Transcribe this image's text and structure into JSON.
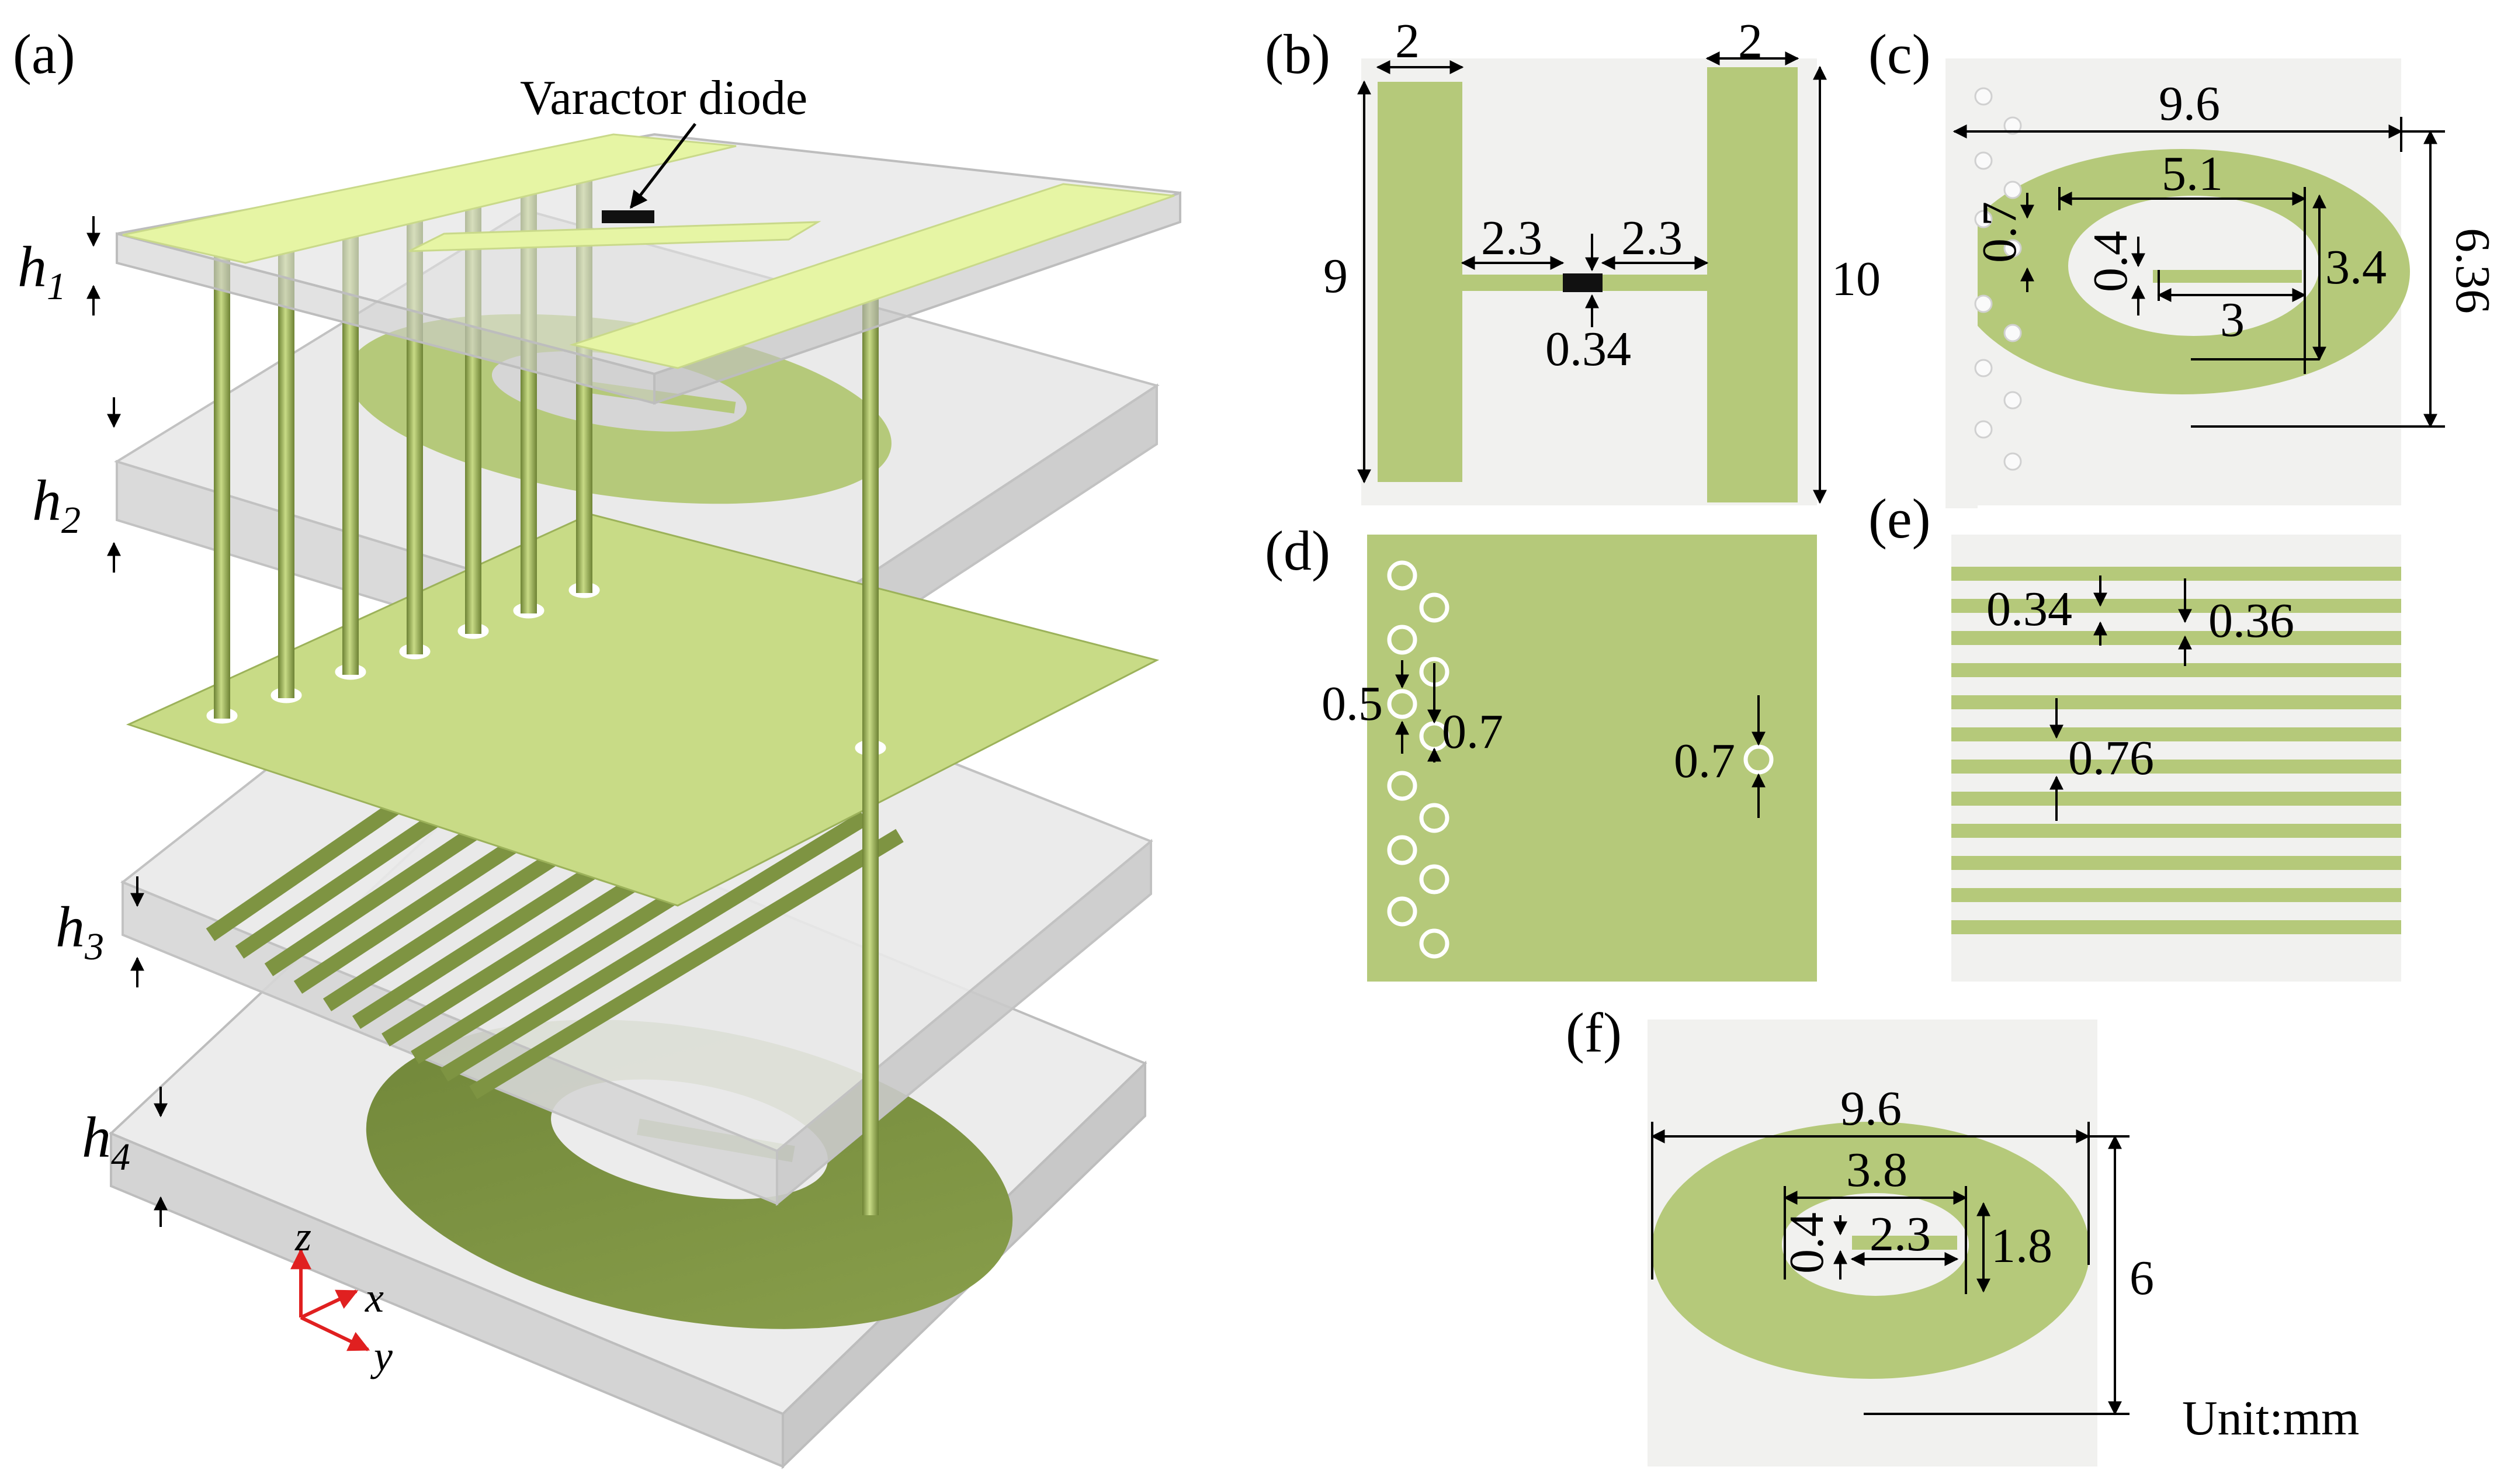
{
  "colors": {
    "metal": "#b5c97a",
    "metal_light": "#e6f5a4",
    "metal_dark": "#7e9442",
    "substrate": "#d9d9d9",
    "panel_bg": "#f1f1ef",
    "axis_red": "#e02020"
  },
  "panel_a": {
    "label": "(a)",
    "callout": "Varactor diode",
    "layers": [
      {
        "main": "h",
        "sub": "1"
      },
      {
        "main": "h",
        "sub": "2"
      },
      {
        "main": "h",
        "sub": "3"
      },
      {
        "main": "h",
        "sub": "4"
      }
    ],
    "axes": {
      "z": "z",
      "x": "x",
      "y": "y"
    }
  },
  "panel_b": {
    "label": "(b)",
    "dims": {
      "arm_w_left": "2",
      "arm_w_right": "2",
      "height_left": "9",
      "height_right": "10",
      "gap_left": "2.3",
      "gap_right": "2.3",
      "bar": "0.34"
    }
  },
  "panel_c": {
    "label": "(c)",
    "dims": {
      "outer_w": "9.6",
      "inner_w": "5.1",
      "ring_gap": "0.7",
      "slot_w": "0.4",
      "inner_h": "3.4",
      "slot_len": "3",
      "outer_h": "6.36"
    }
  },
  "panel_d": {
    "label": "(d)",
    "dims": {
      "spacing": "0.5",
      "hole_left": "0.7",
      "hole_right": "0.7"
    }
  },
  "panel_e": {
    "label": "(e)",
    "dims": {
      "strip_w": "0.34",
      "gap": "0.36",
      "period": "0.76"
    },
    "strip_count": 12
  },
  "panel_f": {
    "label": "(f)",
    "dims": {
      "outer_w": "9.6",
      "inner_w": "3.8",
      "slot_len": "2.3",
      "slot_w": "0.4",
      "inner_h": "1.8",
      "outer_h": "6"
    }
  },
  "unit_label": "Unit:mm"
}
